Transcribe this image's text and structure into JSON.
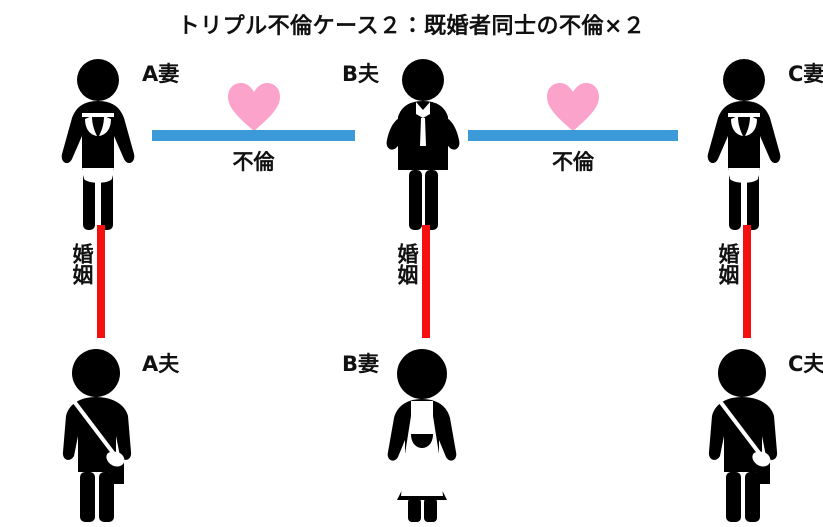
{
  "title": "トリプル不倫ケース２：既婚者同士の不倫×２",
  "colors": {
    "affair_line": "#3d9ad9",
    "marriage_line": "#f50f0f",
    "heart": "#fca3cc",
    "figure": "#000000",
    "background": "#ffffff",
    "text": "#111111"
  },
  "people": [
    {
      "id": "a-wife",
      "label": "A妻",
      "role": "wife",
      "attire": "lingerie",
      "label_side": "right"
    },
    {
      "id": "b-husband",
      "label": "B夫",
      "role": "husband",
      "attire": "business-suit",
      "label_side": "left"
    },
    {
      "id": "c-wife",
      "label": "C妻",
      "role": "wife",
      "attire": "lingerie",
      "label_side": "right"
    },
    {
      "id": "a-husband",
      "label": "A夫",
      "role": "husband",
      "attire": "shoulder-bag",
      "label_side": "right"
    },
    {
      "id": "b-wife",
      "label": "B妻",
      "role": "wife",
      "attire": "apron",
      "label_side": "left"
    },
    {
      "id": "c-husband",
      "label": "C夫",
      "role": "husband",
      "attire": "shoulder-bag",
      "label_side": "right"
    }
  ],
  "affairs": [
    {
      "id": "affair-a-wife-b-husband",
      "label": "不倫",
      "from": "A妻",
      "to": "B夫",
      "icon": "heart-icon"
    },
    {
      "id": "affair-b-husband-c-wife",
      "label": "不倫",
      "from": "B夫",
      "to": "C妻",
      "icon": "heart-icon"
    }
  ],
  "marriages": [
    {
      "id": "marriage-a",
      "label": "婚姻",
      "upper": "A妻",
      "lower": "A夫",
      "label_side": "left"
    },
    {
      "id": "marriage-b",
      "label": "婚姻",
      "upper": "B夫",
      "lower": "B妻",
      "label_side": "left"
    },
    {
      "id": "marriage-c",
      "label": "婚姻",
      "upper": "C妻",
      "lower": "C夫",
      "label_side": "left"
    }
  ]
}
